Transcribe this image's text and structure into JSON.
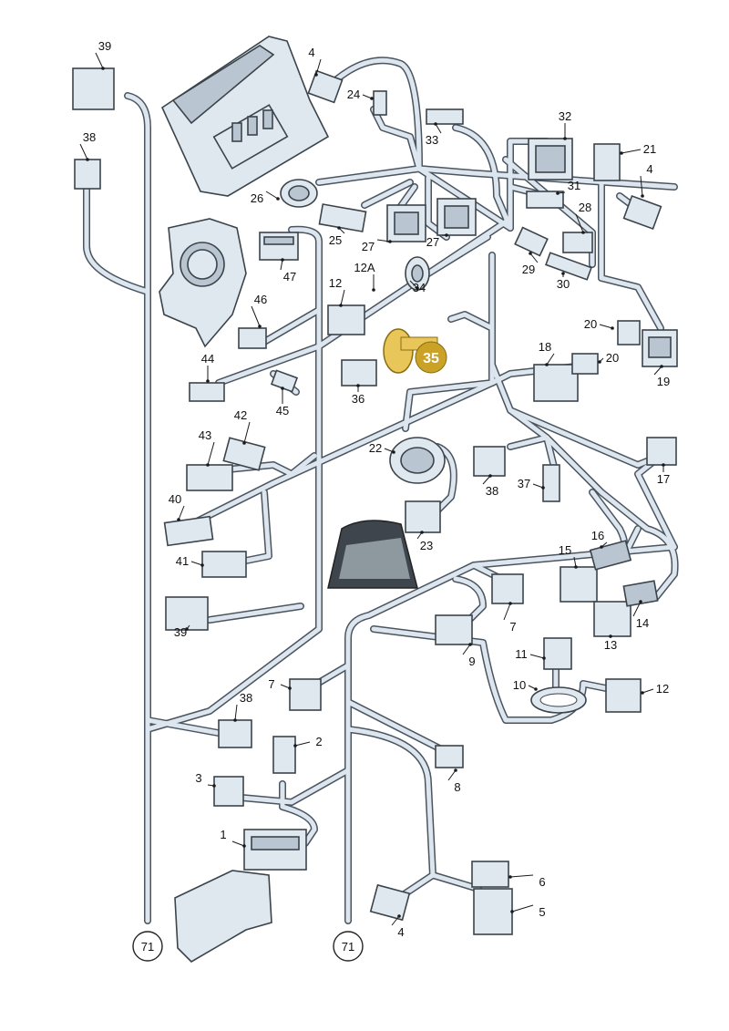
{
  "callouts": {
    "c1": "1",
    "c2": "2",
    "c3": "3",
    "c4a": "4",
    "c4b": "4",
    "c4c": "4",
    "c5": "5",
    "c6": "6",
    "c7a": "7",
    "c7b": "7",
    "c8": "8",
    "c9": "9",
    "c10": "10",
    "c11": "11",
    "c12a": "12",
    "c12b": "12",
    "c12A": "12A",
    "c13": "13",
    "c14": "14",
    "c15": "15",
    "c16": "16",
    "c17": "17",
    "c18": "18",
    "c19": "19",
    "c20a": "20",
    "c20b": "20",
    "c21": "21",
    "c22": "22",
    "c23": "23",
    "c24": "24",
    "c25": "25",
    "c26": "26",
    "c27a": "27",
    "c27b": "27",
    "c28": "28",
    "c29": "29",
    "c30": "30",
    "c31": "31",
    "c32": "32",
    "c33": "33",
    "c34": "34",
    "c36": "36",
    "c37": "37",
    "c38a": "38",
    "c38b": "38",
    "c38c": "38",
    "c39a": "39",
    "c39b": "39",
    "c40": "40",
    "c41": "41",
    "c42": "42",
    "c43": "43",
    "c44": "44",
    "c45": "45",
    "c46": "46",
    "c47": "47"
  },
  "highlight": {
    "label": "35",
    "color": "#c9a227"
  },
  "refs": {
    "left": "71",
    "center": "71"
  },
  "colors": {
    "wire": "#dde6ee",
    "wire_outline": "#4a5560",
    "part": "#dfe7ef"
  }
}
